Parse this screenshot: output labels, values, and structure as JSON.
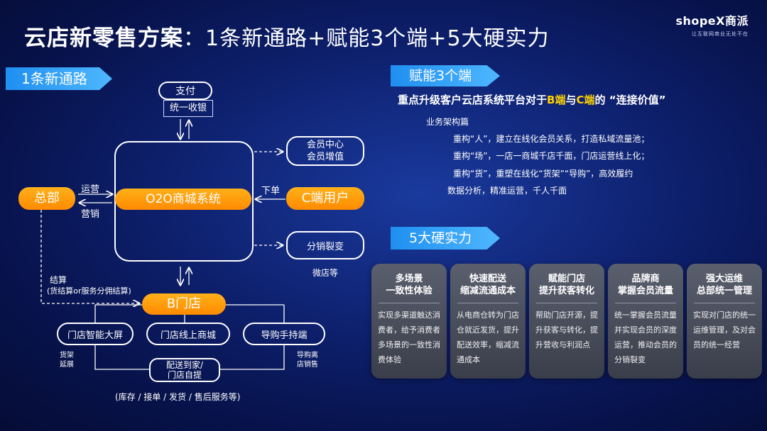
{
  "header": {
    "title_main": "云店新零售方案",
    "title_sub": "：1条新通路+赋能3个端+5大硬实力",
    "logo_brand": "shopeX商派",
    "logo_slogan": "让互联网商业无处不在"
  },
  "left": {
    "tag": "1条新通路",
    "pay": "支付",
    "unified_cashier": "统一收银",
    "center": "O2O商城系统",
    "hq": "总部",
    "ops": "运营",
    "marketing": "营销",
    "c_user": "C端用户",
    "order": "下单",
    "member_center": "会员中心",
    "member_value": "会员增值",
    "distribution": "分销裂变",
    "micro_store": "微店等",
    "settlement": "结算",
    "settlement_detail": "(货结算or服务分佣结算)",
    "b_store": "B门店",
    "smart_screen": "门店智能大屏",
    "online_mall": "门店线上商城",
    "handheld": "导购手持端",
    "shelf_extend": "货架\n延展",
    "guide_offline": "导购离\n店销售",
    "delivery": "配送到家/\n门店自提",
    "footnote": "(库存 / 接单 / 发货 / 售后服务等)"
  },
  "right": {
    "tag1": "赋能3个端",
    "headline_pre": "重点升级客户云店系统平台对于",
    "headline_b": "B端",
    "headline_mid": "与",
    "headline_c": "C端",
    "headline_post": "的 “连接价值”",
    "arch": "业务架构篇",
    "line1": "重构“人”，建立在线化会员关系，打造私域流量池；",
    "line2": "重构“场”，一店一商城千店千面，门店运营线上化；",
    "line3": "重构“货”，重塑在线化“货架”“导购”，高效履约",
    "line4": "数据分析，精准运营，千人千面",
    "tag2": "5大硬实力"
  },
  "cards": [
    {
      "title": "多场景\n一致性体验",
      "body": "实现多渠道触达消费者，给予消费者多场景的一致性消费体验"
    },
    {
      "title": "快速配送\n缩减流通成本",
      "body": "从电商仓转为门店仓就近发货，提升配送效率，缩减流通成本"
    },
    {
      "title": "赋能门店\n提升获客转化",
      "body": "帮助门店开源，提升获客与转化，提升营收与利润点"
    },
    {
      "title": "品牌商\n掌握会员流量",
      "body": "统一掌握会员流量并实现会员的深度运营，推动会员的分销裂变"
    },
    {
      "title": "强大运维\n总部统一管理",
      "body": "实现对门店的统一运维管理，及对会员的统一经营"
    }
  ],
  "colors": {
    "accent_orange": "#ff9a00",
    "accent_blue": "#2fa3ff",
    "highlight_yellow": "#ffd200"
  }
}
